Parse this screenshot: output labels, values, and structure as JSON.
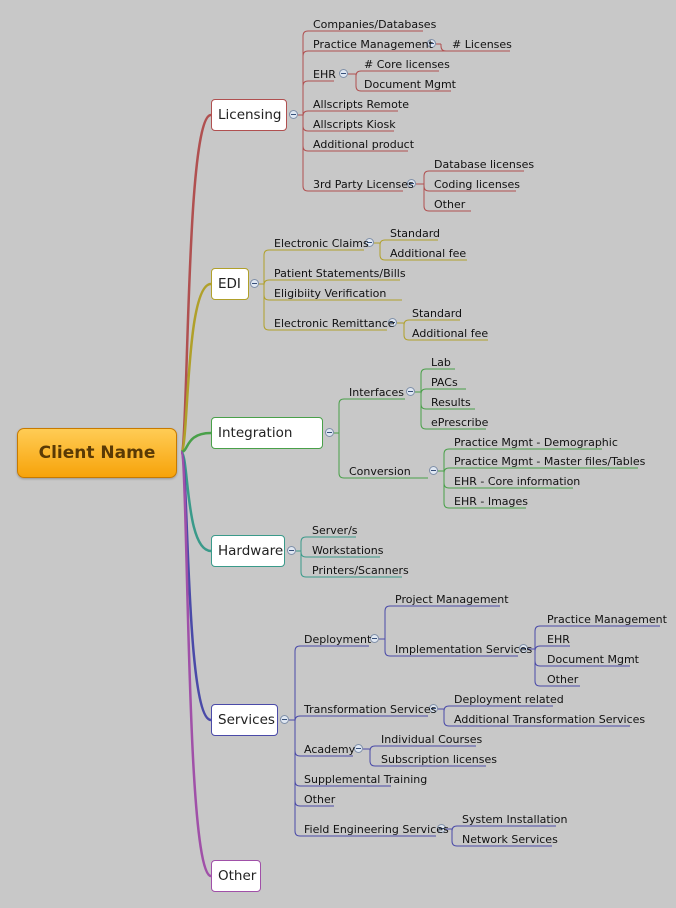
{
  "root": {
    "label": "Client Name"
  },
  "branches": [
    {
      "label": "Licensing",
      "color": "#b05050"
    },
    {
      "label": "EDI",
      "color": "#b0a02a"
    },
    {
      "label": "Integration",
      "color": "#49a049"
    },
    {
      "label": "Hardware",
      "color": "#3a9a8a"
    },
    {
      "label": "Services",
      "color": "#4a4aa8"
    },
    {
      "label": "Other",
      "color": "#a050a8"
    }
  ],
  "licensing": {
    "companies": "Companies/Databases",
    "practice_mgmt": "Practice Management",
    "licenses": "# Licenses",
    "ehr": "EHR",
    "core_licenses": "# Core licenses",
    "document_mgmt": "Document Mgmt",
    "remote": "Allscripts Remote",
    "kiosk": "Allscripts Kiosk",
    "additional_product": "Additional product",
    "third_party": "3rd Party Licenses",
    "database_licenses": "Database licenses",
    "coding_licenses": "Coding licenses",
    "other": "Other"
  },
  "edi": {
    "claims": "Electronic Claims",
    "claims_standard": "Standard",
    "claims_fee": "Additional fee",
    "statements": "Patient Statements/Bills",
    "eligibility": "Eligibiity Verification",
    "remittance": "Electronic Remittance",
    "remit_standard": "Standard",
    "remit_fee": "Additional fee"
  },
  "integration": {
    "interfaces": "Interfaces",
    "lab": "Lab",
    "pacs": "PACs",
    "results": "Results",
    "eprescribe": "ePrescribe",
    "conversion": "Conversion",
    "pm_demographic": "Practice Mgmt - Demographic",
    "pm_master": "Practice Mgmt - Master files/Tables",
    "ehr_core": "EHR - Core information",
    "ehr_images": "EHR - Images"
  },
  "hardware": {
    "servers": "Server/s",
    "workstations": "Workstations",
    "printers": "Printers/Scanners"
  },
  "services": {
    "deployment": "Deployment",
    "project_mgmt": "Project Management",
    "implementation": "Implementation Services",
    "impl_practice": "Practice Management",
    "impl_ehr": "EHR",
    "impl_docs": "Document Mgmt",
    "impl_other": "Other",
    "transformation": "Transformation Services",
    "deploy_related": "Deployment related",
    "additional_transformation": "Additional Transformation Services",
    "academy": "Academy",
    "individual_courses": "Individual Courses",
    "subscription_licenses": "Subscription licenses",
    "supplemental": "Supplemental Training",
    "other": "Other",
    "field_engineering": "Field Engineering Services",
    "system_installation": "System Installation",
    "network_services": "Network Services"
  }
}
